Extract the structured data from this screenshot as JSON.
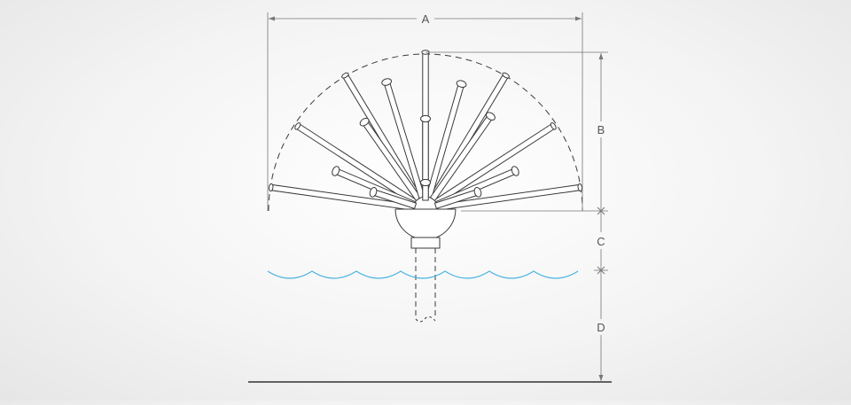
{
  "diagram": {
    "dimension_labels": {
      "a": "A",
      "b": "B",
      "c": "C",
      "d": "D"
    },
    "colors": {
      "line": "#3a3a3a",
      "dimension": "#777777",
      "water": "#4bb3e0",
      "ground": "#333333"
    },
    "icons": {
      "nozzle": "nozzle-icon",
      "water": "water-surface-icon"
    }
  }
}
